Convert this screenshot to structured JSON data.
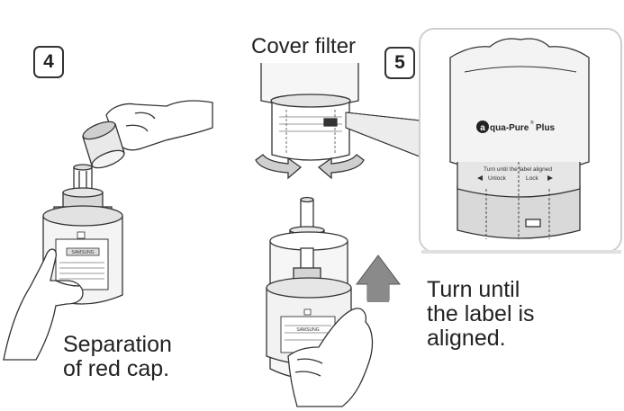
{
  "step4": {
    "number": "4",
    "caption_lines": [
      "Separation",
      "of red cap."
    ],
    "filter_brand": "SAMSUNG"
  },
  "step5": {
    "number": "5",
    "title": "Cover filter",
    "caption_lines": [
      "Turn until",
      "the label  is",
      "aligned."
    ],
    "filter_brand": "SAMSUNG",
    "inset": {
      "logo_text": "qua-Pure",
      "logo_letter": "a",
      "logo_mark": "®",
      "logo_suffix": "Plus",
      "align_label": "Turn until the label aligned",
      "unlock_label": "Unlock",
      "lock_label": "Lock"
    }
  },
  "colors": {
    "line": "#333333",
    "shade": "#cfcfcf",
    "light_shade": "#e6e6e6",
    "arrow_gray": "#8a8a8a"
  }
}
